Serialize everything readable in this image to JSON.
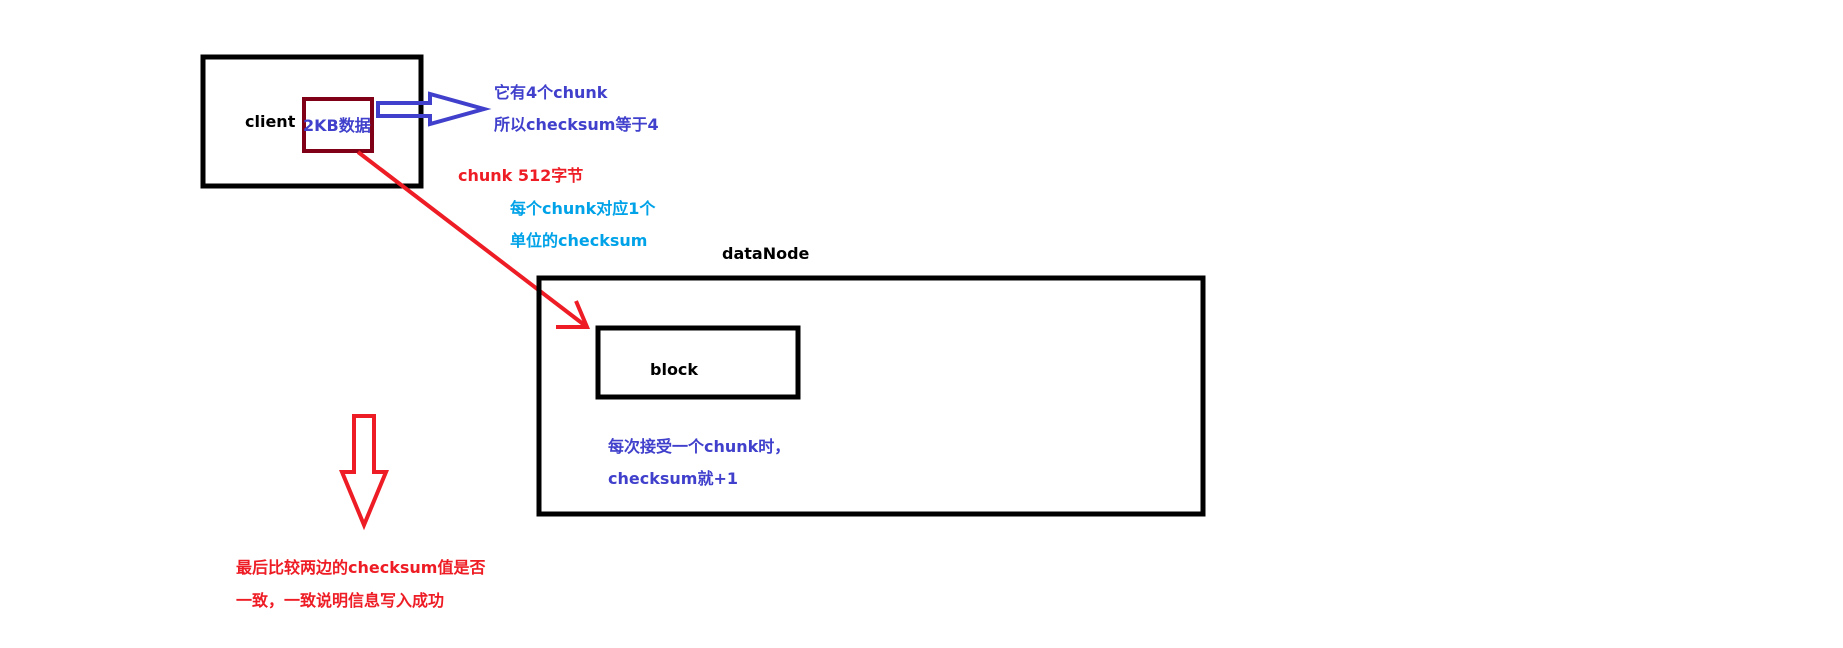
{
  "client": {
    "label": "client",
    "data_label": "2KB数据"
  },
  "client_note": {
    "line1": "它有4个chunk",
    "line2": "所以checksum等于4"
  },
  "chunk_size": "chunk  512字节",
  "chunk_note": {
    "line1": "每个chunk对应1个",
    "line2": "单位的checksum"
  },
  "datanode": {
    "label": "dataNode",
    "block_label": "block"
  },
  "datanode_note": {
    "line1": "每次接受一个chunk时，",
    "line2": "checksum就+1"
  },
  "conclusion": {
    "line1": "最后比较两边的checksum值是否",
    "line2": "一致，一致说明信息写入成功"
  },
  "colors": {
    "blue": "#4040cc",
    "red": "#ee1c24",
    "cyan": "#00a2e8",
    "dark_red": "#800018"
  }
}
